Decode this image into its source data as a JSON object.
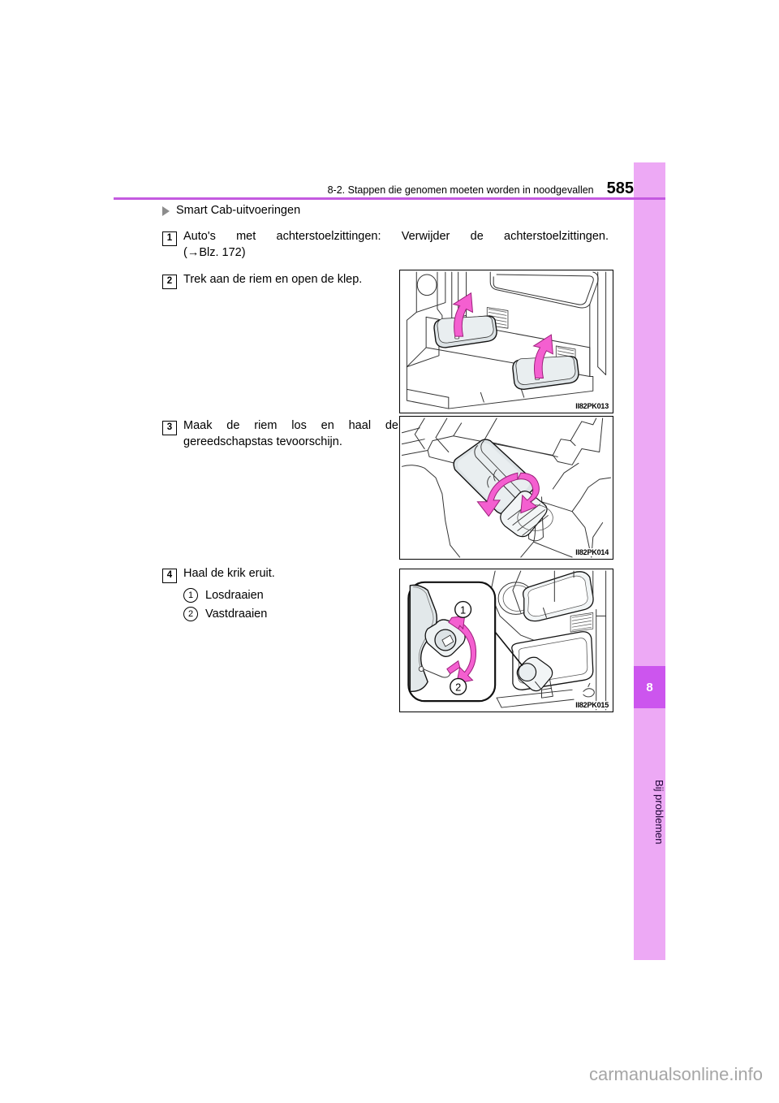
{
  "header": {
    "section_title": "8-2. Stappen die genomen moeten worden in noodgevallen",
    "page_number": "585",
    "rule_color": "#c45ae0"
  },
  "sidebar": {
    "chapter_number": "8",
    "chapter_title": "Bij problemen",
    "strip_color": "#eda9f5",
    "box_color": "#cc55ee"
  },
  "content": {
    "subheading": "Smart Cab-uitvoeringen",
    "bullet_icon": "triangle-right-icon",
    "steps": [
      {
        "number": "1",
        "text": "Auto's met achterstoelzittingen: Verwijder de achterstoelzittingen.",
        "reference": "(→Blz. 172)"
      },
      {
        "number": "2",
        "text": "Trek aan de riem en open de klep."
      },
      {
        "number": "3",
        "text_line1": "Maak de riem los en haal de",
        "text_line2": "gereedschapstas tevoorschijn."
      },
      {
        "number": "4",
        "text": "Haal de krik eruit.",
        "substeps": [
          {
            "number": "1",
            "label": "Losdraaien"
          },
          {
            "number": "2",
            "label": "Vastdraaien"
          }
        ]
      }
    ]
  },
  "figures": [
    {
      "code": "II82PK013",
      "description": "Interieur achter de stoelen met twee opbergvakken en pijlen omhoog",
      "arrow_color": "#ee55cc"
    },
    {
      "code": "II82PK014",
      "description": "Gereedschapstas met riem onder de stoel, draaipijl",
      "arrow_color": "#ee55cc"
    },
    {
      "code": "II82PK015",
      "description": "Krik met vergrendelbout, detailkader met draairichtingen",
      "arrow_color": "#ee55cc",
      "callouts": [
        "1",
        "2"
      ]
    }
  ],
  "watermark": {
    "text": "carmanualsonline.info"
  }
}
